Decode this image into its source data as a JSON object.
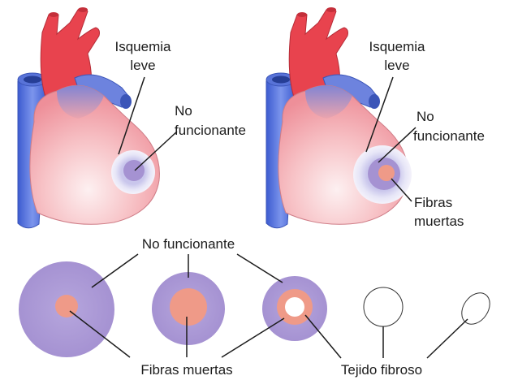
{
  "labels": {
    "left_heart": {
      "ischemia_line1": "Isquemia",
      "ischemia_line2": "leve",
      "nonfunctional_line1": "No",
      "nonfunctional_line2": "funcionante"
    },
    "right_heart": {
      "ischemia_line1": "Isquemia",
      "ischemia_line2": "leve",
      "nonfunctional_line1": "No",
      "nonfunctional_line2": "funcionante",
      "dead_fibers_line1": "Fibras",
      "dead_fibers_line2": "muertas"
    },
    "bottom": {
      "nonfunctional": "No funcionante",
      "dead_fibers": "Fibras muertas",
      "fibrous_tissue": "Tejido fibroso"
    }
  },
  "colors": {
    "aorta": "#e8434e",
    "vein": "#4f6fd6",
    "vein_light": "#8fa5ee",
    "heart_pink": "#f2a0a6",
    "heart_light": "#fbe3e5",
    "ischemia_halo": "#dcdff4",
    "nonfunctional_zone": "#a99ad6",
    "dead_fibers": "#ef9a88",
    "fibrous_outline": "#333333",
    "line": "#1c1c1c"
  }
}
